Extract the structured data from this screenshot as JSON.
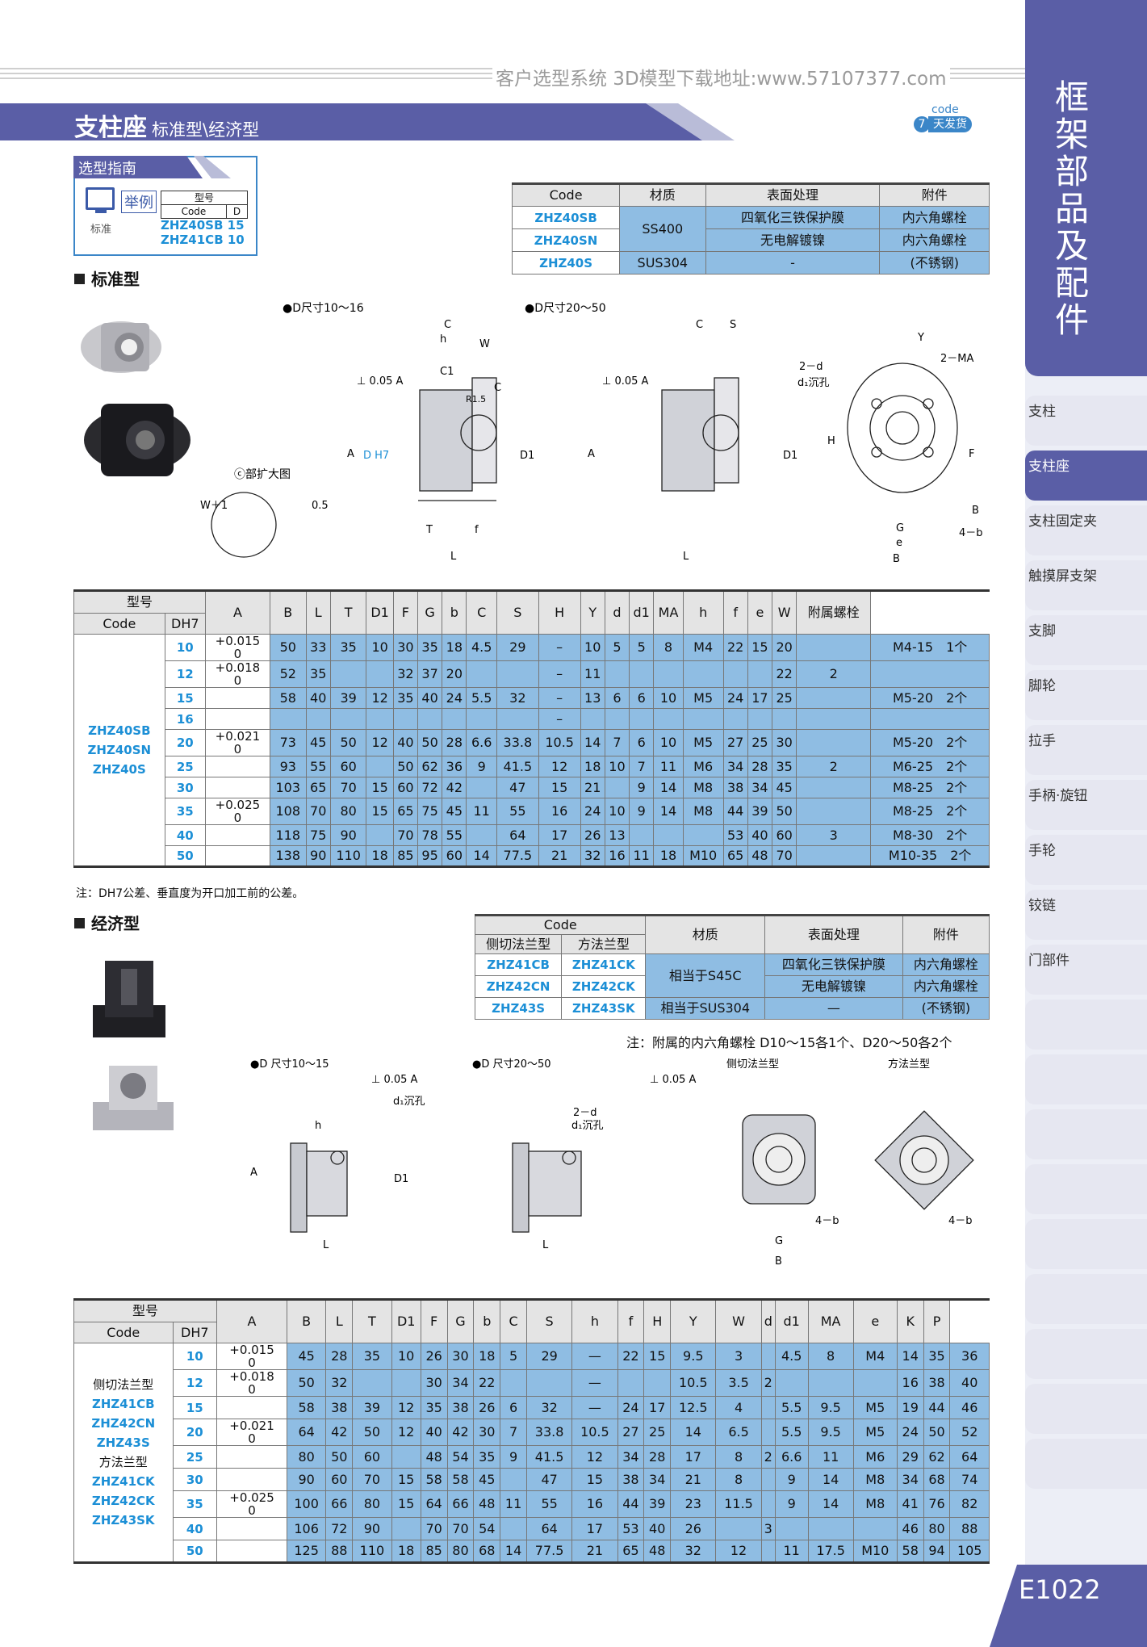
{
  "header": {
    "url_text": "客户选型系统 3D模型下载地址:www.57107377.com",
    "title": "支柱座",
    "subtitle": "标准型\\经济型",
    "badge_code": "code",
    "badge_num": "7",
    "badge_text": "天发货"
  },
  "sidebar": {
    "category": "框架部品及配件",
    "items": [
      {
        "label": "支柱"
      },
      {
        "label": "支柱座"
      },
      {
        "label": "支柱固定夹"
      },
      {
        "label": "触摸屏支架"
      },
      {
        "label": "支脚"
      },
      {
        "label": "脚轮"
      },
      {
        "label": "拉手"
      },
      {
        "label": "手柄·旋钮"
      },
      {
        "label": "手轮"
      },
      {
        "label": "铰链"
      },
      {
        "label": "门部件"
      }
    ],
    "active": "支柱座",
    "page": "E1022"
  },
  "guide": {
    "title": "选型指南",
    "example": "举例",
    "std": "标准",
    "col1": "型号",
    "col2": "Code",
    "col3": "D",
    "rows": [
      [
        "ZHZ40SB",
        "15"
      ],
      [
        "ZHZ41CB",
        "10"
      ]
    ]
  },
  "material_table": {
    "headers": [
      "Code",
      "材质",
      "表面处理",
      "附件"
    ],
    "rows": [
      [
        "ZHZ40SB",
        "SS400",
        "四氧化三铁保护膜",
        "内六角螺栓"
      ],
      [
        "ZHZ40SN",
        "",
        "无电解镀镍",
        "内六角螺栓"
      ],
      [
        "ZHZ40S",
        "SUS304",
        "-",
        "(不锈钢)"
      ]
    ]
  },
  "standard": {
    "section": "标准型",
    "d1016": "●D尺寸10～16",
    "d2050": "●D尺寸20～50",
    "enlarge": "ⓒ部扩大图",
    "labels": {
      "C": "C",
      "h": "h",
      "W": "W",
      "S": "S",
      "C1": "C1",
      "R": "R1.5",
      "c": "C",
      "A": "A",
      "DH7": "D H7",
      "D1": "D1",
      "T": "T",
      "f": "f",
      "L": "L",
      "tol": "⊥ 0.05 A",
      "w1": "W＋1",
      "d05": "0.5",
      "Y": "Y",
      "2d": "2－d",
      "d1": "d₁沉孔",
      "2MA": "2－MA",
      "H": "H",
      "F": "F",
      "G": "G",
      "e": "e",
      "B": "B",
      "4b": "4－b",
      "Bc": "B"
    }
  },
  "std_table": {
    "h1": "型号",
    "h_code": "Code",
    "h_dh7": "DH7",
    "cols": [
      "A",
      "B",
      "L",
      "T",
      "D1",
      "F",
      "G",
      "b",
      "C",
      "S",
      "H",
      "Y",
      "d",
      "d1",
      "MA",
      "h",
      "f",
      "e",
      "W",
      "附属螺栓"
    ],
    "codes": [
      "ZHZ40SB",
      "ZHZ40SN",
      "ZHZ40S"
    ],
    "rows": [
      [
        "10",
        "+0.015\n0",
        "50",
        "33",
        "35",
        "10",
        "30",
        "35",
        "18",
        "4.5",
        "29",
        "–",
        "10",
        "5",
        "5",
        "8",
        "M4",
        "22",
        "15",
        "20",
        "",
        "M4-15　1个"
      ],
      [
        "12",
        "+0.018\n0",
        "52",
        "35",
        "",
        "",
        "32",
        "37",
        "20",
        "",
        "",
        "–",
        "11",
        "",
        "",
        "",
        "",
        "",
        "",
        "22",
        "2",
        ""
      ],
      [
        "15",
        "",
        "58",
        "40",
        "39",
        "12",
        "35",
        "40",
        "24",
        "5.5",
        "32",
        "–",
        "13",
        "6",
        "6",
        "10",
        "M5",
        "24",
        "17",
        "25",
        "",
        "M5-20　2个"
      ],
      [
        "16",
        "",
        "",
        "",
        "",
        "",
        "",
        "",
        "",
        "",
        "",
        "–",
        "",
        "",
        "",
        "",
        "",
        "",
        "",
        "",
        "",
        ""
      ],
      [
        "20",
        "+0.021\n0",
        "73",
        "45",
        "50",
        "12",
        "40",
        "50",
        "28",
        "6.6",
        "33.8",
        "10.5",
        "14",
        "7",
        "6",
        "10",
        "M5",
        "27",
        "25",
        "30",
        "",
        "M5-20　2个"
      ],
      [
        "25",
        "",
        "93",
        "55",
        "60",
        "",
        "50",
        "62",
        "36",
        "9",
        "41.5",
        "12",
        "18",
        "10",
        "7",
        "11",
        "M6",
        "34",
        "28",
        "35",
        "2",
        "M6-25　2个"
      ],
      [
        "30",
        "",
        "103",
        "65",
        "70",
        "15",
        "60",
        "72",
        "42",
        "",
        "47",
        "15",
        "21",
        "",
        "9",
        "14",
        "M8",
        "38",
        "34",
        "45",
        "",
        "M8-25　2个"
      ],
      [
        "35",
        "+0.025\n0",
        "108",
        "70",
        "80",
        "15",
        "65",
        "75",
        "45",
        "11",
        "55",
        "16",
        "24",
        "10",
        "9",
        "14",
        "M8",
        "44",
        "39",
        "50",
        "",
        "M8-25　2个"
      ],
      [
        "40",
        "",
        "118",
        "75",
        "90",
        "",
        "70",
        "78",
        "55",
        "",
        "64",
        "17",
        "26",
        "13",
        "",
        "",
        "",
        "53",
        "40",
        "60",
        "3",
        "M8-30　2个"
      ],
      [
        "50",
        "",
        "138",
        "90",
        "110",
        "18",
        "85",
        "95",
        "60",
        "14",
        "77.5",
        "21",
        "32",
        "16",
        "11",
        "18",
        "M10",
        "65",
        "48",
        "70",
        "",
        "M10-35　2个"
      ]
    ],
    "note": "注：DH7公差、垂直度为开口加工前的公差。"
  },
  "economy": {
    "section": "经济型",
    "note": "注：附属的内六角螺栓 D10～15各1个、D20～50各2个",
    "d1015": "●D 尺寸10～15",
    "d2050": "●D 尺寸20～50",
    "side": "侧切法兰型",
    "square": "方法兰型",
    "mat_headers": [
      "Code",
      "侧切法兰型",
      "方法兰型",
      "材质",
      "表面处理",
      "附件"
    ],
    "mat_rows": [
      [
        "ZHZ41CB",
        "ZHZ41CK",
        "相当于S45C",
        "四氧化三铁保护膜",
        "内六角螺栓"
      ],
      [
        "ZHZ42CN",
        "ZHZ42CK",
        "",
        "无电解镀镍",
        "内六角螺栓"
      ],
      [
        "ZHZ43S",
        "ZHZ43SK",
        "相当于SUS304",
        "—",
        "(不锈钢)"
      ]
    ]
  },
  "eco_table": {
    "h1": "型号",
    "h_code": "Code",
    "h_dh7": "DH7",
    "cols": [
      "A",
      "B",
      "L",
      "T",
      "D1",
      "F",
      "G",
      "b",
      "C",
      "S",
      "h",
      "f",
      "H",
      "Y",
      "W",
      "d",
      "d1",
      "MA",
      "e",
      "K",
      "P"
    ],
    "codes": [
      "侧切法兰型",
      "ZHZ41CB",
      "ZHZ42CN",
      "ZHZ43S",
      "方法兰型",
      "ZHZ41CK",
      "ZHZ42CK",
      "ZHZ43SK"
    ],
    "rows": [
      [
        "10",
        "+0.015\n0",
        "45",
        "28",
        "35",
        "10",
        "26",
        "30",
        "18",
        "5",
        "29",
        "—",
        "22",
        "15",
        "9.5",
        "3",
        "",
        "4.5",
        "8",
        "M4",
        "14",
        "35",
        "36"
      ],
      [
        "12",
        "+0.018\n0",
        "50",
        "32",
        "",
        "",
        "30",
        "34",
        "22",
        "",
        "",
        "—",
        "",
        "",
        "10.5",
        "3.5",
        "2",
        "",
        "",
        "",
        "16",
        "38",
        "40"
      ],
      [
        "15",
        "",
        "58",
        "38",
        "39",
        "12",
        "35",
        "38",
        "26",
        "6",
        "32",
        "—",
        "24",
        "17",
        "12.5",
        "4",
        "",
        "5.5",
        "9.5",
        "M5",
        "19",
        "44",
        "46"
      ],
      [
        "20",
        "+0.021\n0",
        "64",
        "42",
        "50",
        "12",
        "40",
        "42",
        "30",
        "7",
        "33.8",
        "10.5",
        "27",
        "25",
        "14",
        "6.5",
        "",
        "5.5",
        "9.5",
        "M5",
        "24",
        "50",
        "52"
      ],
      [
        "25",
        "",
        "80",
        "50",
        "60",
        "",
        "48",
        "54",
        "35",
        "9",
        "41.5",
        "12",
        "34",
        "28",
        "17",
        "8",
        "2",
        "6.6",
        "11",
        "M6",
        "29",
        "62",
        "64"
      ],
      [
        "30",
        "",
        "90",
        "60",
        "70",
        "15",
        "58",
        "58",
        "45",
        "",
        "47",
        "15",
        "38",
        "34",
        "21",
        "8",
        "",
        "9",
        "14",
        "M8",
        "34",
        "68",
        "74"
      ],
      [
        "35",
        "+0.025\n0",
        "100",
        "66",
        "80",
        "15",
        "64",
        "66",
        "48",
        "11",
        "55",
        "16",
        "44",
        "39",
        "23",
        "11.5",
        "",
        "9",
        "14",
        "M8",
        "41",
        "76",
        "82"
      ],
      [
        "40",
        "",
        "106",
        "72",
        "90",
        "",
        "70",
        "70",
        "54",
        "",
        "64",
        "17",
        "53",
        "40",
        "26",
        "",
        "3",
        "",
        "",
        "",
        "46",
        "80",
        "88"
      ],
      [
        "50",
        "",
        "125",
        "88",
        "110",
        "18",
        "85",
        "80",
        "68",
        "14",
        "77.5",
        "21",
        "65",
        "48",
        "32",
        "12",
        "",
        "11",
        "17.5",
        "M10",
        "58",
        "94",
        "105"
      ]
    ]
  }
}
